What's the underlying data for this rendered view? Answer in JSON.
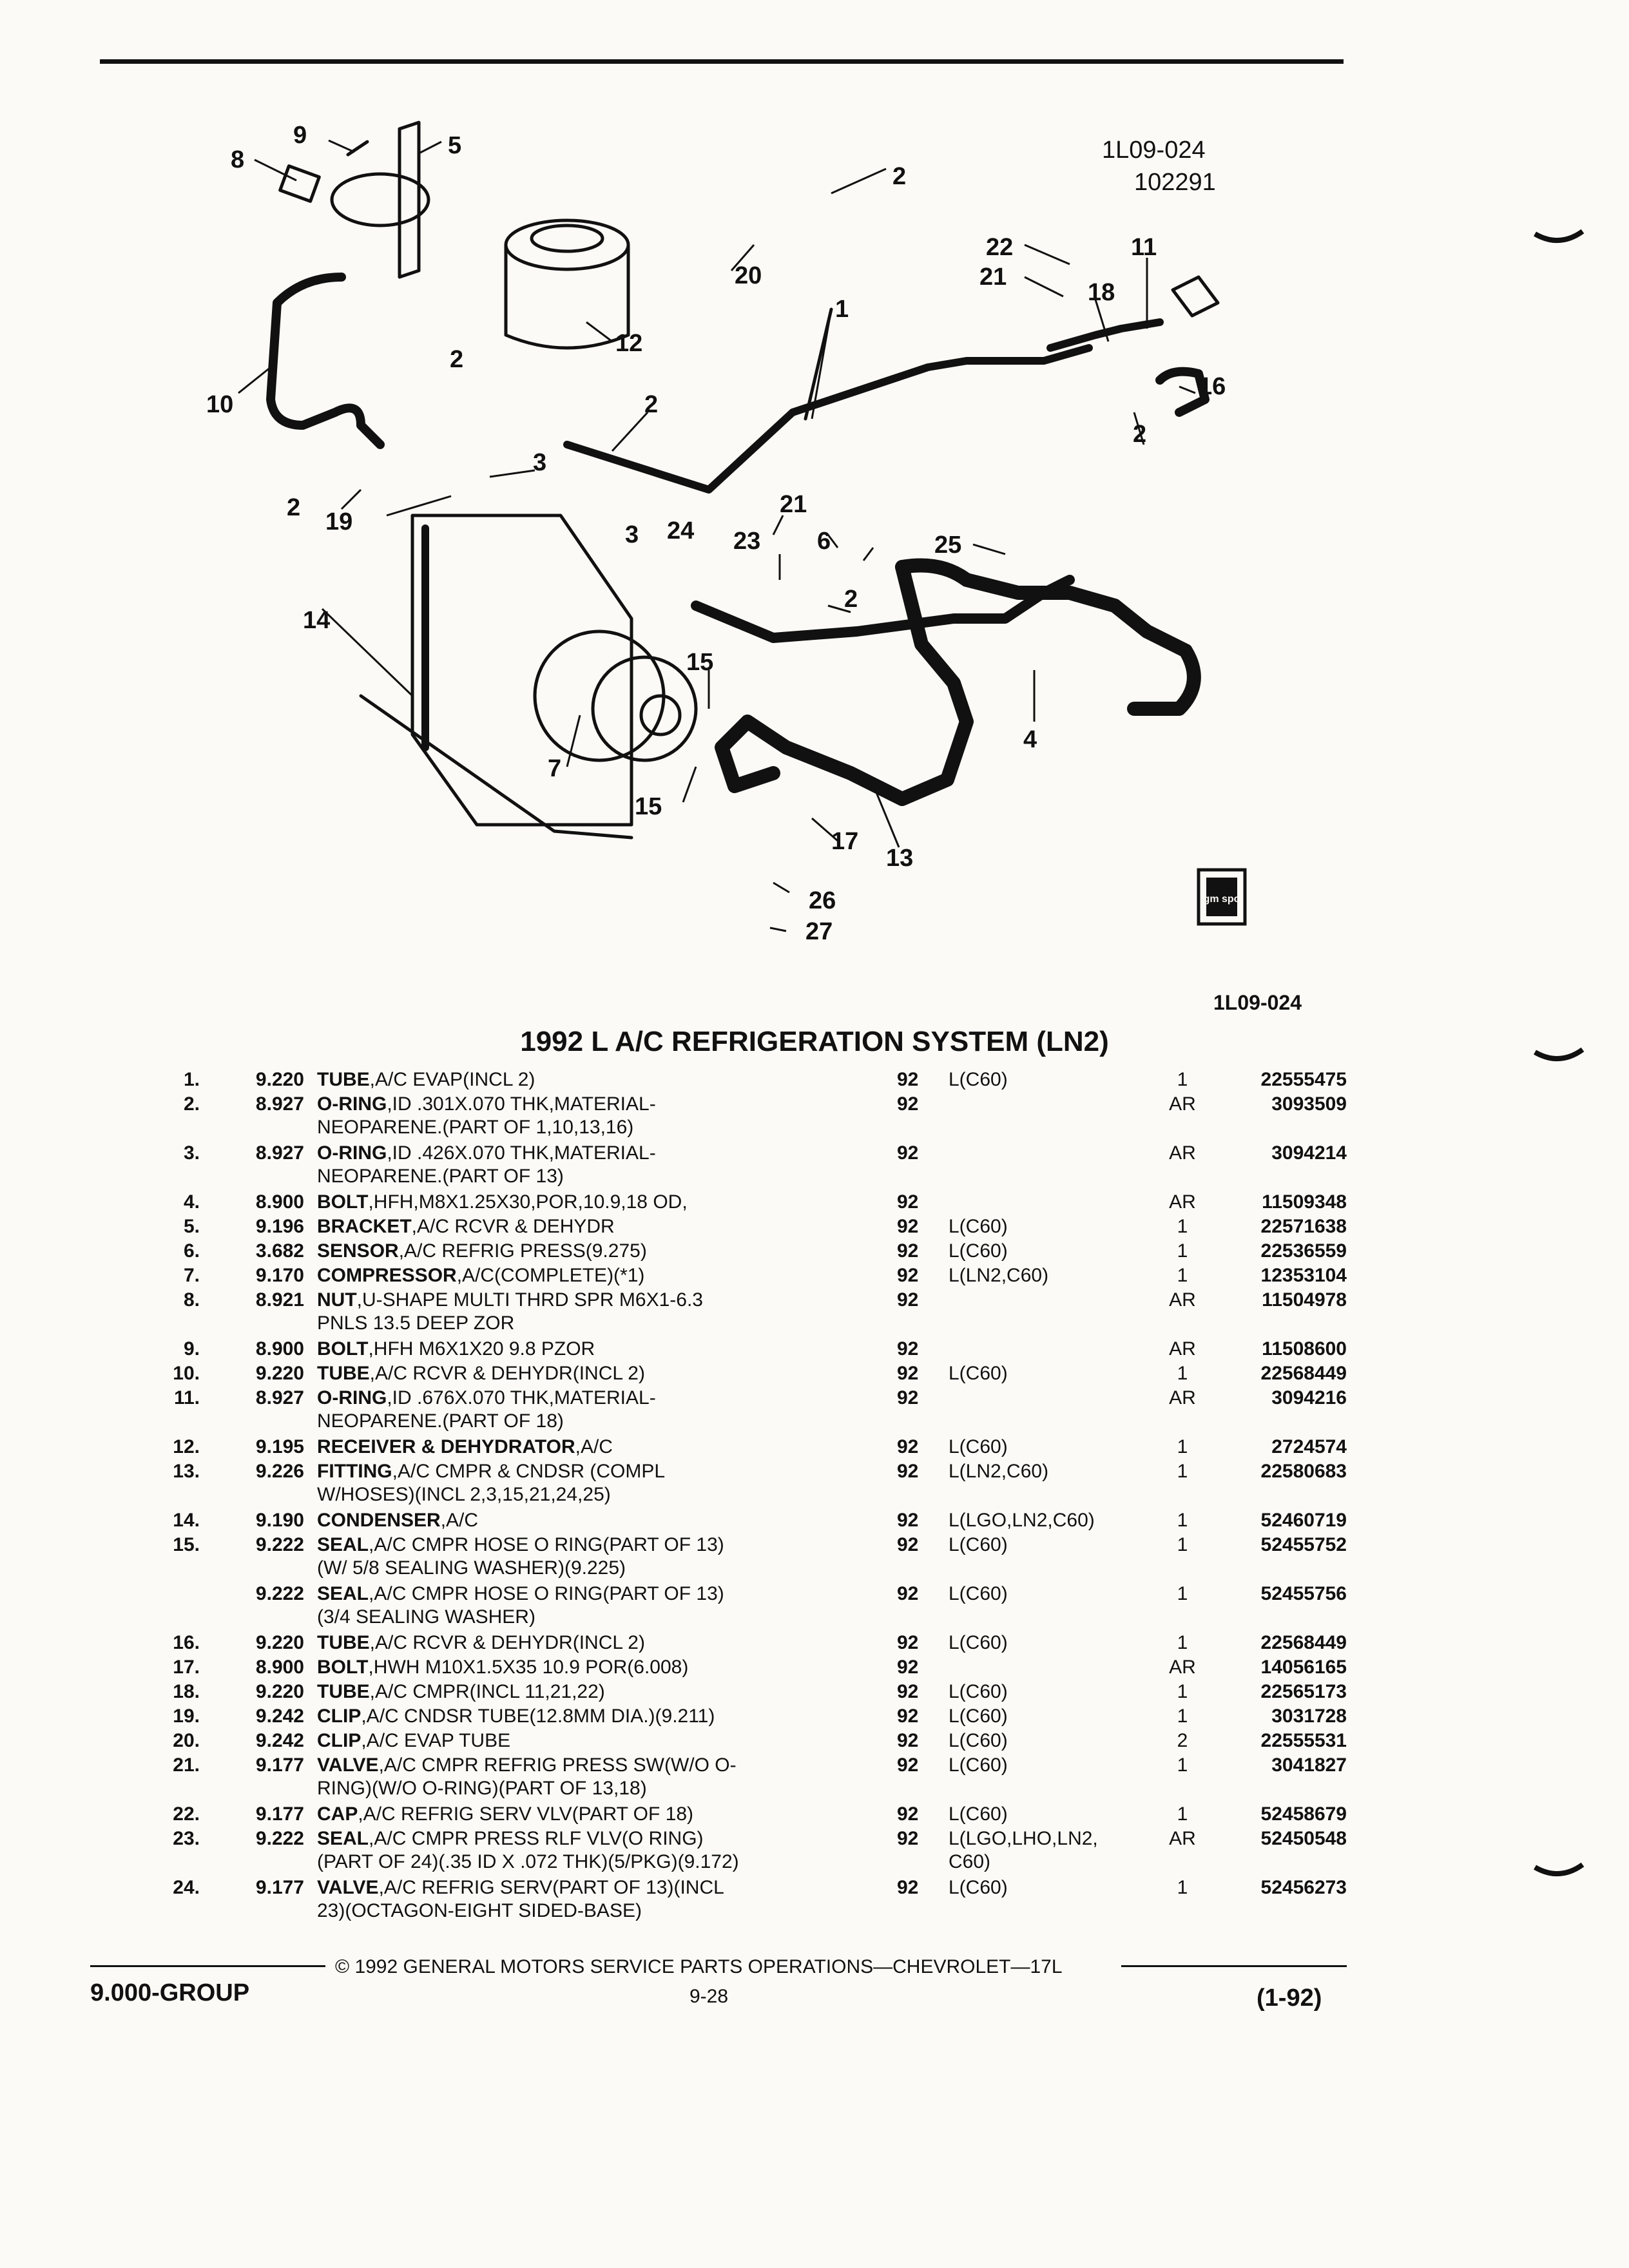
{
  "diagram": {
    "code_line1": "1L09-024",
    "code_line2": "102291",
    "fig_code": "1L09-024",
    "logo_text": "gm spo",
    "callouts": [
      "9",
      "8",
      "5",
      "2",
      "20",
      "22",
      "21",
      "11",
      "18",
      "1",
      "10",
      "12",
      "2",
      "16",
      "2",
      "2",
      "3",
      "19",
      "2",
      "21",
      "3",
      "24",
      "23",
      "6",
      "25",
      "2",
      "14",
      "15",
      "4",
      "7",
      "15",
      "17",
      "13",
      "26",
      "27"
    ]
  },
  "title": "1992 L A/C REFRIGERATION SYSTEM (LN2)",
  "parts": [
    {
      "num": "1.",
      "grp": "9.220",
      "name": "TUBE",
      "desc": ",A/C EVAP(INCL 2)",
      "desc2": "",
      "yr": "92",
      "usage": "L(C60)",
      "usage2": "",
      "qty": "1",
      "pn": "22555475"
    },
    {
      "num": "2.",
      "grp": "8.927",
      "name": "O-RING",
      "desc": ",ID .301X.070 THK,MATERIAL-",
      "desc2": "NEOPARENE.(PART OF 1,10,13,16)",
      "yr": "92",
      "usage": "",
      "usage2": "",
      "qty": "AR",
      "pn": "3093509"
    },
    {
      "num": "3.",
      "grp": "8.927",
      "name": "O-RING",
      "desc": ",ID .426X.070 THK,MATERIAL-",
      "desc2": "NEOPARENE.(PART OF 13)",
      "yr": "92",
      "usage": "",
      "usage2": "",
      "qty": "AR",
      "pn": "3094214"
    },
    {
      "num": "4.",
      "grp": "8.900",
      "name": "BOLT",
      "desc": ",HFH,M8X1.25X30,POR,10.9,18 OD,",
      "desc2": "",
      "yr": "92",
      "usage": "",
      "usage2": "",
      "qty": "AR",
      "pn": "11509348"
    },
    {
      "num": "5.",
      "grp": "9.196",
      "name": "BRACKET",
      "desc": ",A/C RCVR & DEHYDR",
      "desc2": "",
      "yr": "92",
      "usage": "L(C60)",
      "usage2": "",
      "qty": "1",
      "pn": "22571638"
    },
    {
      "num": "6.",
      "grp": "3.682",
      "name": "SENSOR",
      "desc": ",A/C REFRIG PRESS(9.275)",
      "desc2": "",
      "yr": "92",
      "usage": "L(C60)",
      "usage2": "",
      "qty": "1",
      "pn": "22536559"
    },
    {
      "num": "7.",
      "grp": "9.170",
      "name": "COMPRESSOR",
      "desc": ",A/C(COMPLETE)(*1)",
      "desc2": "",
      "yr": "92",
      "usage": "L(LN2,C60)",
      "usage2": "",
      "qty": "1",
      "pn": "12353104"
    },
    {
      "num": "8.",
      "grp": "8.921",
      "name": "NUT",
      "desc": ",U-SHAPE MULTI THRD SPR M6X1-6.3",
      "desc2": "PNLS 13.5 DEEP ZOR",
      "yr": "92",
      "usage": "",
      "usage2": "",
      "qty": "AR",
      "pn": "11504978"
    },
    {
      "num": "9.",
      "grp": "8.900",
      "name": "BOLT",
      "desc": ",HFH M6X1X20 9.8 PZOR",
      "desc2": "",
      "yr": "92",
      "usage": "",
      "usage2": "",
      "qty": "AR",
      "pn": "11508600"
    },
    {
      "num": "10.",
      "grp": "9.220",
      "name": "TUBE",
      "desc": ",A/C RCVR & DEHYDR(INCL 2)",
      "desc2": "",
      "yr": "92",
      "usage": "L(C60)",
      "usage2": "",
      "qty": "1",
      "pn": "22568449"
    },
    {
      "num": "11.",
      "grp": "8.927",
      "name": "O-RING",
      "desc": ",ID .676X.070 THK,MATERIAL-",
      "desc2": "NEOPARENE.(PART OF 18)",
      "yr": "92",
      "usage": "",
      "usage2": "",
      "qty": "AR",
      "pn": "3094216"
    },
    {
      "num": "12.",
      "grp": "9.195",
      "name": "RECEIVER & DEHYDRATOR",
      "desc": ",A/C",
      "desc2": "",
      "yr": "92",
      "usage": "L(C60)",
      "usage2": "",
      "qty": "1",
      "pn": "2724574"
    },
    {
      "num": "13.",
      "grp": "9.226",
      "name": "FITTING",
      "desc": ",A/C CMPR & CNDSR (COMPL",
      "desc2": "W/HOSES)(INCL 2,3,15,21,24,25)",
      "yr": "92",
      "usage": "L(LN2,C60)",
      "usage2": "",
      "qty": "1",
      "pn": "22580683"
    },
    {
      "num": "14.",
      "grp": "9.190",
      "name": "CONDENSER",
      "desc": ",A/C",
      "desc2": "",
      "yr": "92",
      "usage": "L(LGO,LN2,C60)",
      "usage2": "",
      "qty": "1",
      "pn": "52460719"
    },
    {
      "num": "15.",
      "grp": "9.222",
      "name": "SEAL",
      "desc": ",A/C CMPR HOSE O RING(PART OF 13)",
      "desc2": "(W/ 5/8 SEALING WASHER)(9.225)",
      "yr": "92",
      "usage": "L(C60)",
      "usage2": "",
      "qty": "1",
      "pn": "52455752"
    },
    {
      "num": "",
      "grp": "9.222",
      "name": "SEAL",
      "desc": ",A/C CMPR HOSE O RING(PART OF 13)",
      "desc2": "(3/4 SEALING WASHER)",
      "yr": "92",
      "usage": "L(C60)",
      "usage2": "",
      "qty": "1",
      "pn": "52455756"
    },
    {
      "num": "16.",
      "grp": "9.220",
      "name": "TUBE",
      "desc": ",A/C RCVR & DEHYDR(INCL 2)",
      "desc2": "",
      "yr": "92",
      "usage": "L(C60)",
      "usage2": "",
      "qty": "1",
      "pn": "22568449"
    },
    {
      "num": "17.",
      "grp": "8.900",
      "name": "BOLT",
      "desc": ",HWH M10X1.5X35 10.9 POR(6.008)",
      "desc2": "",
      "yr": "92",
      "usage": "",
      "usage2": "",
      "qty": "AR",
      "pn": "14056165"
    },
    {
      "num": "18.",
      "grp": "9.220",
      "name": "TUBE",
      "desc": ",A/C CMPR(INCL 11,21,22)",
      "desc2": "",
      "yr": "92",
      "usage": "L(C60)",
      "usage2": "",
      "qty": "1",
      "pn": "22565173"
    },
    {
      "num": "19.",
      "grp": "9.242",
      "name": "CLIP",
      "desc": ",A/C CNDSR TUBE(12.8MM DIA.)(9.211)",
      "desc2": "",
      "yr": "92",
      "usage": "L(C60)",
      "usage2": "",
      "qty": "1",
      "pn": "3031728"
    },
    {
      "num": "20.",
      "grp": "9.242",
      "name": "CLIP",
      "desc": ",A/C EVAP TUBE",
      "desc2": "",
      "yr": "92",
      "usage": "L(C60)",
      "usage2": "",
      "qty": "2",
      "pn": "22555531"
    },
    {
      "num": "21.",
      "grp": "9.177",
      "name": "VALVE",
      "desc": ",A/C CMPR REFRIG PRESS SW(W/O O-",
      "desc2": "RING)(W/O O-RING)(PART OF 13,18)",
      "yr": "92",
      "usage": "L(C60)",
      "usage2": "",
      "qty": "1",
      "pn": "3041827"
    },
    {
      "num": "22.",
      "grp": "9.177",
      "name": "CAP",
      "desc": ",A/C REFRIG SERV VLV(PART OF 18)",
      "desc2": "",
      "yr": "92",
      "usage": "L(C60)",
      "usage2": "",
      "qty": "1",
      "pn": "52458679"
    },
    {
      "num": "23.",
      "grp": "9.222",
      "name": "SEAL",
      "desc": ",A/C CMPR PRESS RLF VLV(O RING)",
      "desc2": "(PART OF 24)(.35 ID X .072 THK)(5/PKG)(9.172)",
      "yr": "92",
      "usage": "L(LGO,LHO,LN2,",
      "usage2": "C60)",
      "qty": "AR",
      "pn": "52450548"
    },
    {
      "num": "24.",
      "grp": "9.177",
      "name": "VALVE",
      "desc": ",A/C REFRIG SERV(PART OF 13)(INCL",
      "desc2": "23)(OCTAGON-EIGHT SIDED-BASE)",
      "yr": "92",
      "usage": "L(C60)",
      "usage2": "",
      "qty": "1",
      "pn": "52456273"
    }
  ],
  "footer": {
    "copyright": "© 1992 GENERAL MOTORS SERVICE PARTS OPERATIONS—CHEVROLET—17L",
    "group": "9.000-GROUP",
    "page": "9-28",
    "date": "(1-92)"
  }
}
